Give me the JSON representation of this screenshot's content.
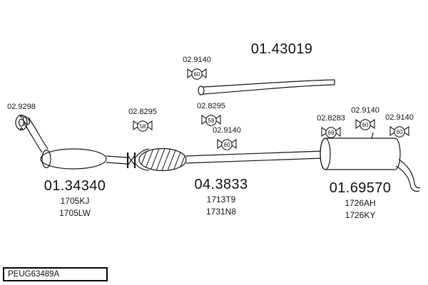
{
  "title_block": {
    "code": "PEUG63489A"
  },
  "parts": [
    {
      "number": "01.43019",
      "subcodes": []
    },
    {
      "number": "01.34340",
      "subcodes": [
        "1705KJ",
        "1705LW"
      ]
    },
    {
      "number": "04.3833",
      "subcodes": [
        "1713T9",
        "1731N8"
      ]
    },
    {
      "number": "01.69570",
      "subcodes": [
        "1726AH",
        "1726KY"
      ]
    }
  ],
  "fittings": [
    {
      "code": "02.9298"
    },
    {
      "code": "02.9140",
      "badge": "60"
    },
    {
      "code": "02.8295",
      "badge": "58"
    },
    {
      "code": "02.8295",
      "badge": "58"
    },
    {
      "code": "02.9140",
      "badge": "60"
    },
    {
      "code": "02.8283",
      "badge": "69"
    },
    {
      "code": "02.9140",
      "badge": "60"
    },
    {
      "code": "02.9140",
      "badge": "60"
    }
  ]
}
